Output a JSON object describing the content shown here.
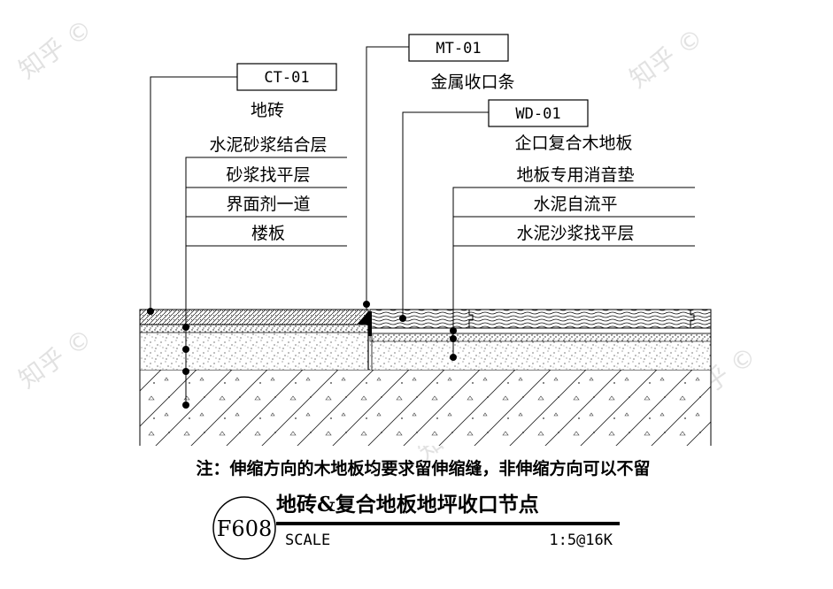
{
  "watermark": "知乎 ©",
  "tags": {
    "ct": "CT-01",
    "mt": "MT-01",
    "wd": "WD-01"
  },
  "left_labels": {
    "title": "地砖",
    "layers": [
      "水泥砂浆结合层",
      "砂浆找平层",
      "界面剂一道",
      "楼板"
    ]
  },
  "mid_label": "金属收口条",
  "right_labels": {
    "title": "企口复合木地板",
    "layers": [
      "地板专用消音垫",
      "水泥自流平",
      "水泥沙浆找平层"
    ]
  },
  "note": "注：伸缩方向的木地板均要求留伸缩缝，非伸缩方向可以不留",
  "title_block": {
    "code": "F608",
    "title": "地砖&复合地板地坪收口节点",
    "scale_label": "SCALE",
    "scale_value": "1:5@16K"
  }
}
